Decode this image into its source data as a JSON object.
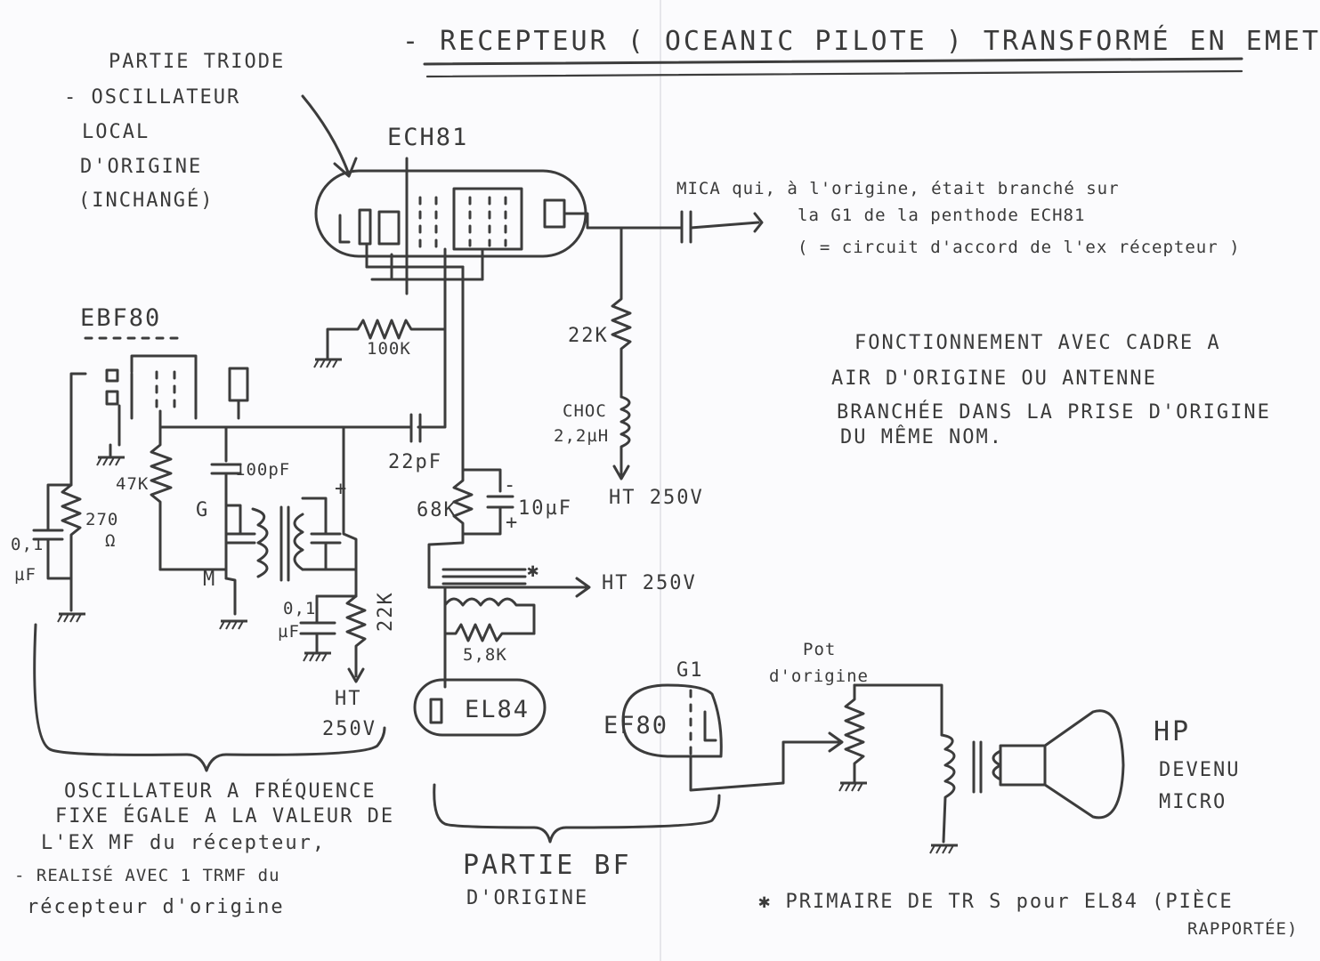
{
  "title": "- RECEPTEUR ( OCEANIC PILOTE ) TRANSFORMÉ EN EMETTEUR -",
  "notes": {
    "triode": [
      "PARTIE TRIODE",
      "- OSCILLATEUR",
      "LOCAL",
      "D'ORIGINE",
      "(INCHANGÉ)"
    ],
    "mica": [
      "MICA qui, à l'origine, était branché sur",
      "la G1 de la penthode ECH81",
      "( = circuit d'accord de l'ex récepteur )"
    ],
    "fonctionnement": [
      "FONCTIONNEMENT AVEC CADRE A",
      "AIR D'ORIGINE OU ANTENNE",
      "BRANCHÉE DANS LA PRISE D'ORIGINE",
      "DU MÊME NOM."
    ],
    "oscillateur": [
      "OSCILLATEUR A FRÉQUENCE",
      "FIXE ÉGALE A LA VALEUR DE",
      "L'EX MF du récepteur,",
      "- REALISÉ AVEC 1 TRMF du",
      "récepteur d'origine"
    ],
    "partie_bf": [
      "PARTIE BF",
      "D'ORIGINE"
    ],
    "primaire": [
      "✱ PRIMAIRE DE TR S pour EL84 (PIÈCE",
      "RAPPORTÉE)"
    ],
    "hp": [
      "HP",
      "DEVENU",
      "MICRO"
    ]
  },
  "tubes": {
    "ech81": "ECH81",
    "ebf80": "EBF80",
    "el84": "EL84",
    "ef80": "EF80",
    "g1": "G1"
  },
  "components": {
    "r_100k": "100K",
    "r_22k_top": "22K",
    "choc": [
      "CHOC",
      "2,2µH"
    ],
    "ht_top": "HT 250V",
    "c_22pf": "22pF",
    "r_68k": "68K",
    "c_10uf": "10µF",
    "ht_mid": "HT 250V",
    "r_5_8k": "5,8K",
    "r_47k": "47K",
    "r_270": [
      "270",
      "Ω"
    ],
    "c_01_left": [
      "0,1",
      "µF"
    ],
    "c_100pf": "100pF",
    "label_g": "G",
    "label_m": "M",
    "c_01_mid": [
      "0,1",
      "µF"
    ],
    "r_22k_mid": "22K",
    "ht_low": [
      "HT",
      "250V"
    ],
    "pot": [
      "Pot",
      "d'origine"
    ],
    "plus": "+",
    "minus": "-",
    "star": "✱"
  }
}
